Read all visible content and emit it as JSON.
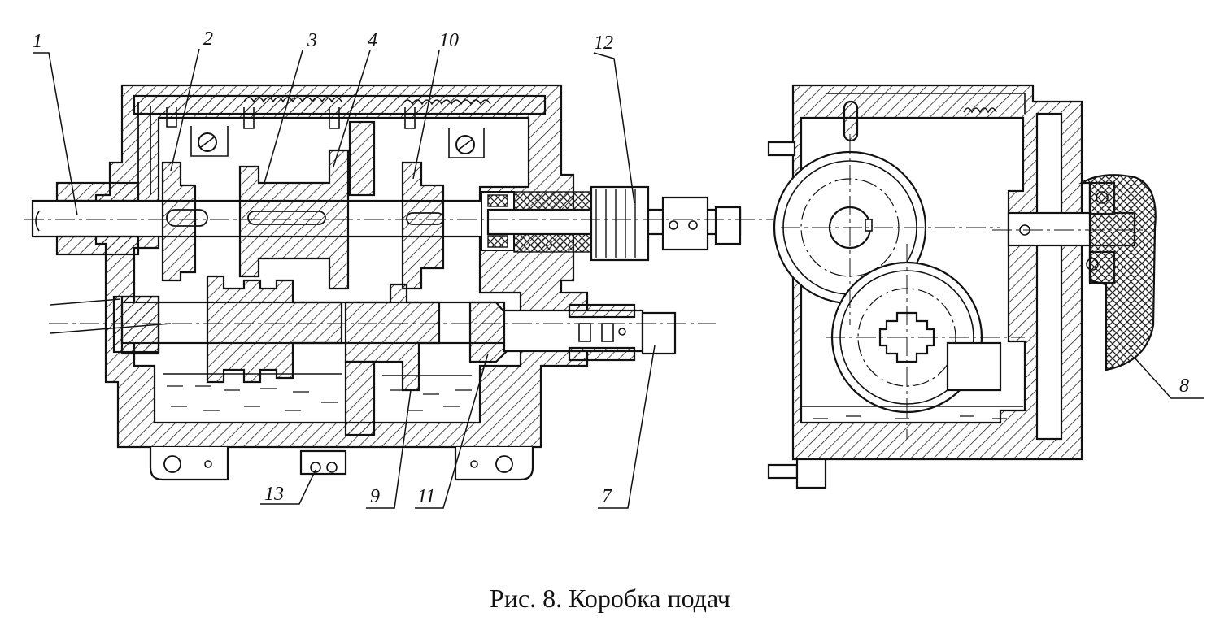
{
  "figure": {
    "caption": "Рис. 8. Коробка подач",
    "part_numbers": {
      "p1": "1",
      "p2": "2",
      "p3": "3",
      "p4": "4",
      "p10": "10",
      "p12": "12",
      "p13": "13",
      "p9": "9",
      "p11": "11",
      "p7": "7",
      "p8": "8"
    }
  }
}
